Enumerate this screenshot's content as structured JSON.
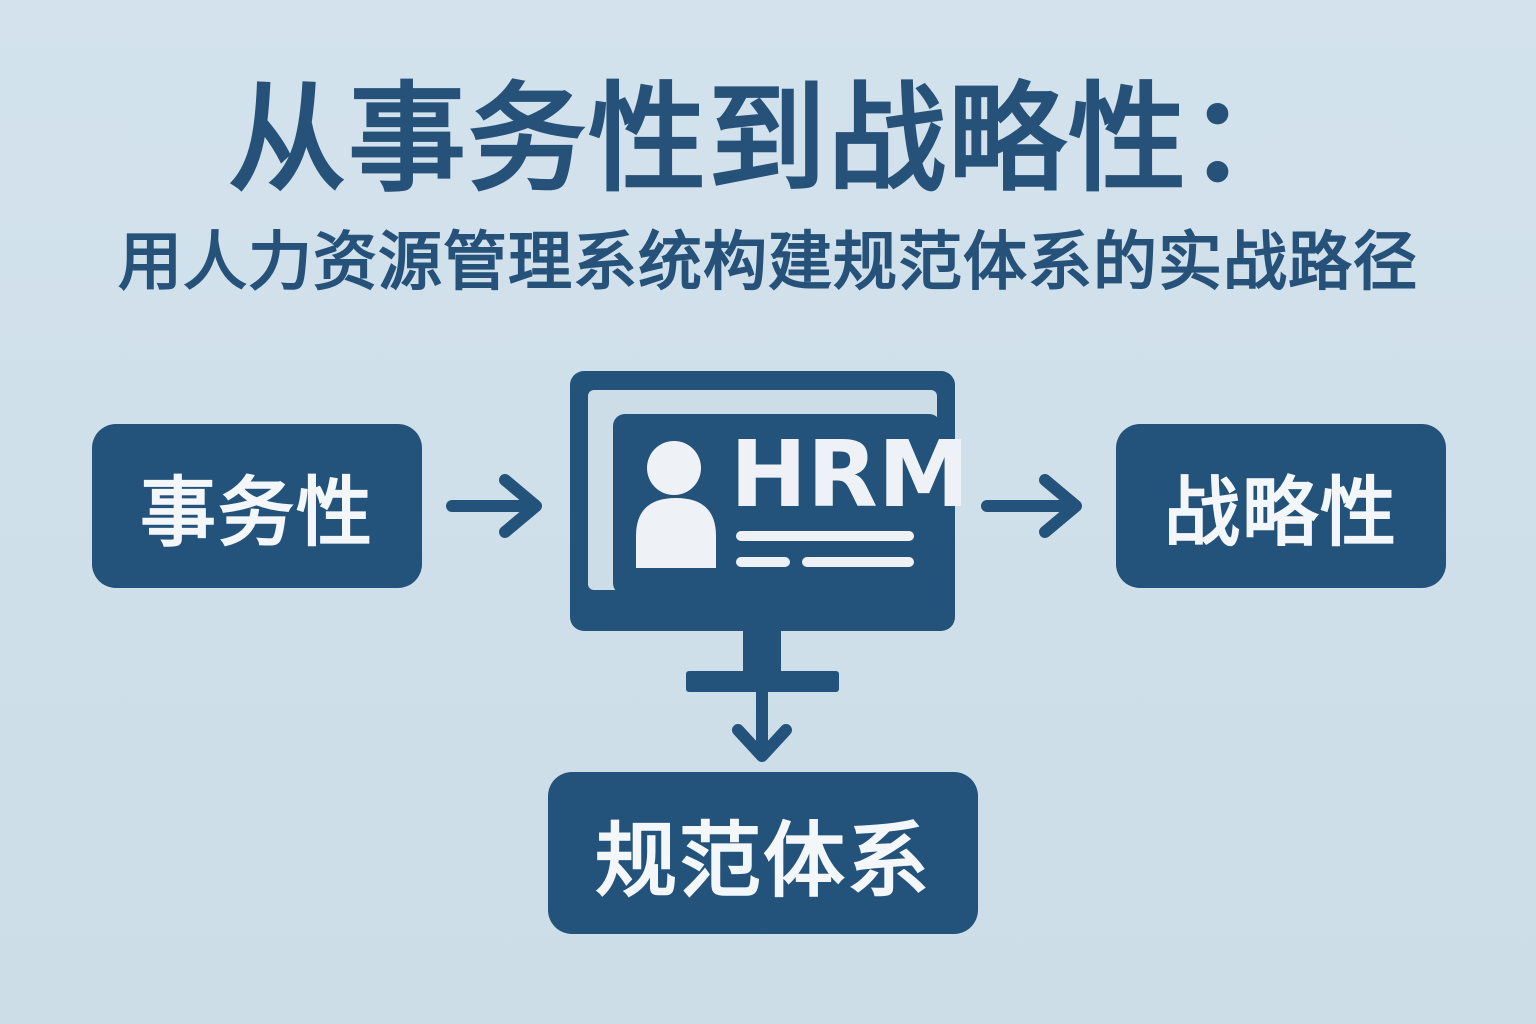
{
  "title": "从事务性到战略性：",
  "subtitle": "用人力资源管理系统构建规范体系的实战路径",
  "nodes": {
    "left": "事务性",
    "center": "HRM",
    "right": "战略性",
    "bottom": "规范体系"
  },
  "colors": {
    "background": "#cfdfea",
    "primary": "#23527a",
    "text_light": "#f4f7fa"
  },
  "icons": {
    "center": "user-profile-monitor-icon",
    "arrow_left": "arrow-right-icon",
    "arrow_right": "arrow-right-icon",
    "arrow_down": "arrow-down-icon"
  }
}
